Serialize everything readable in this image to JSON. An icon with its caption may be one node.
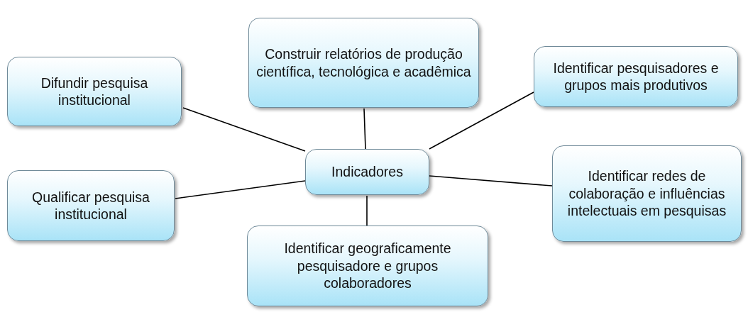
{
  "diagram": {
    "nodes": [
      {
        "text": [
          "Indicadores"
        ]
      },
      {
        "text": [
          "Difundir pesquisa institucional"
        ]
      },
      {
        "text": [
          "Construir relatórios de produção científica, tecnológica e acadêmica"
        ]
      },
      {
        "text": [
          "Identificar pesquisadores e grupos mais produtivos"
        ]
      },
      {
        "text": [
          "Qualificar pesquisa institucional"
        ]
      },
      {
        "text": [
          "Identificar redes de colaboração e influências intelectuais em pesquisas"
        ]
      },
      {
        "text": [
          "Identificar geograficamente pesquisadore e grupos colaboradores"
        ]
      }
    ],
    "edges": [
      {
        "from": 0,
        "to": 1,
        "arrow": "none"
      },
      {
        "from": 0,
        "to": 2,
        "arrow": "none"
      },
      {
        "from": 0,
        "to": 3,
        "arrow": "none"
      },
      {
        "from": 0,
        "to": 4,
        "arrow": "none"
      },
      {
        "from": 0,
        "to": 5,
        "arrow": "none"
      },
      {
        "from": 0,
        "to": 6,
        "arrow": "none"
      }
    ]
  }
}
